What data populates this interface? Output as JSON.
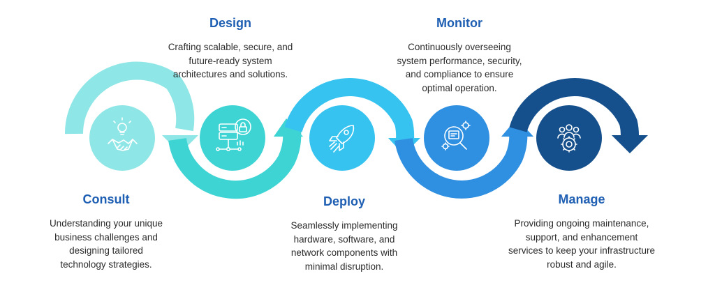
{
  "colors": {
    "consult": "#8ee6e6",
    "design": "#3fd4d4",
    "deploy": "#36c3ef",
    "monitor": "#2f8fe0",
    "manage": "#15508c",
    "title": "#1f5fb3",
    "text": "#2b2b2b"
  },
  "steps": [
    {
      "title": "Consult",
      "icon": "handshake-lightbulb-icon",
      "lines": [
        "Understanding your unique",
        "business challenges and",
        "designing tailored",
        "technology strategies."
      ]
    },
    {
      "title": "Design",
      "icon": "server-lock-icon",
      "lines": [
        "Crafting scalable, secure, and",
        "future-ready system",
        "architectures and solutions."
      ]
    },
    {
      "title": "Deploy",
      "icon": "rocket-icon",
      "lines": [
        "Seamlessly implementing",
        "hardware, software, and",
        "network components with",
        "minimal disruption."
      ]
    },
    {
      "title": "Monitor",
      "icon": "monitor-magnifier-icon",
      "lines": [
        "Continuously overseeing",
        "system performance, security,",
        "and compliance to ensure",
        "optimal operation."
      ]
    },
    {
      "title": "Manage",
      "icon": "team-gear-icon",
      "lines": [
        "Providing ongoing maintenance,",
        "support, and enhancement",
        "services to keep your infrastructure",
        "robust and agile."
      ]
    }
  ]
}
